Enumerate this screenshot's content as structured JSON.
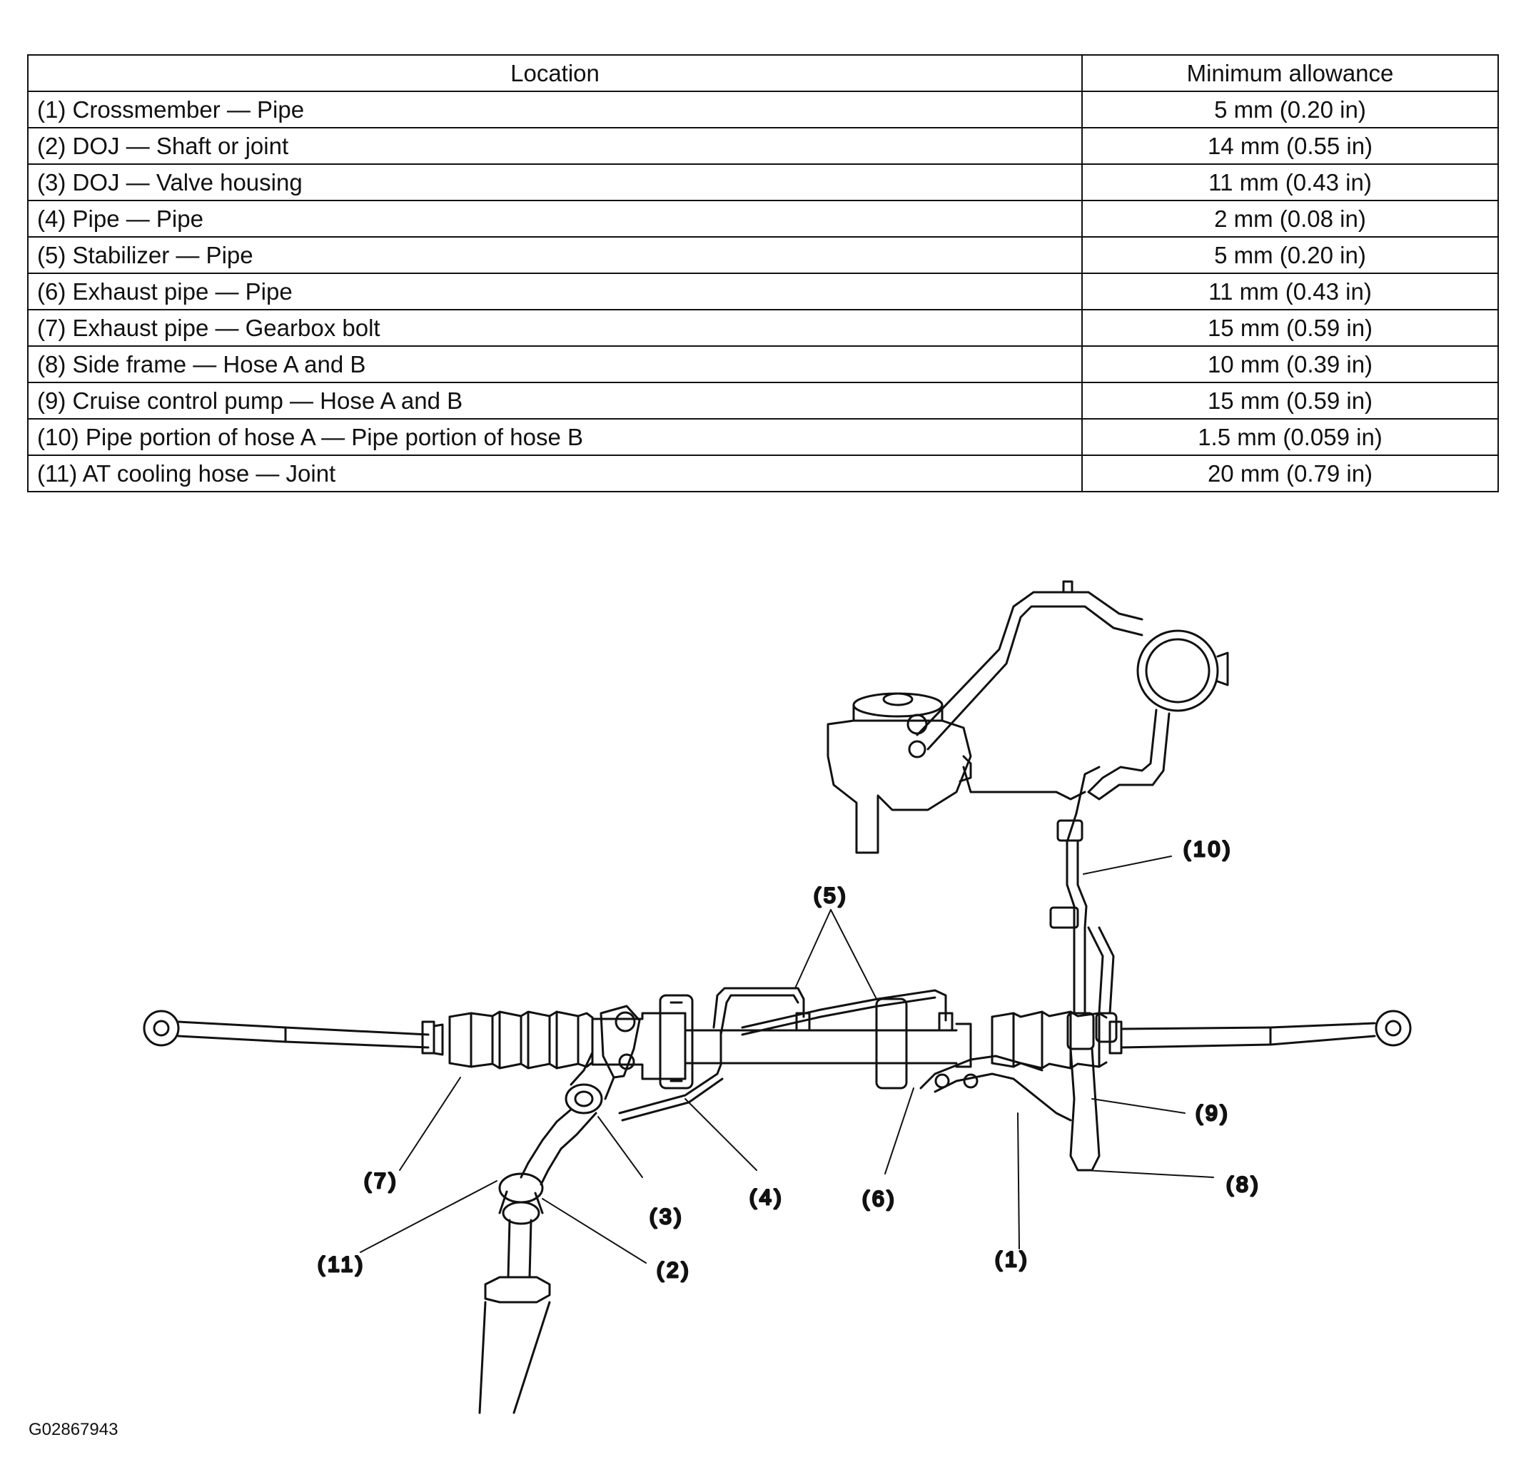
{
  "table": {
    "headers": {
      "location": "Location",
      "allowance": "Minimum allowance"
    },
    "rows": [
      {
        "location": "(1) Crossmember — Pipe",
        "allowance": "5 mm (0.20 in)"
      },
      {
        "location": "(2) DOJ — Shaft or joint",
        "allowance": "14 mm (0.55 in)"
      },
      {
        "location": "(3) DOJ — Valve housing",
        "allowance": "11 mm (0.43 in)"
      },
      {
        "location": "(4) Pipe — Pipe",
        "allowance": "2 mm (0.08 in)"
      },
      {
        "location": "(5) Stabilizer — Pipe",
        "allowance": "5 mm (0.20 in)"
      },
      {
        "location": "(6) Exhaust pipe — Pipe",
        "allowance": "11 mm (0.43 in)"
      },
      {
        "location": "(7) Exhaust pipe — Gearbox bolt",
        "allowance": "15 mm (0.59 in)"
      },
      {
        "location": "(8) Side frame — Hose A and B",
        "allowance": "10 mm (0.39 in)"
      },
      {
        "location": "(9) Cruise control pump — Hose A and B",
        "allowance": "15 mm (0.59 in)"
      },
      {
        "location": "(10) Pipe portion of hose A — Pipe portion of hose B",
        "allowance": "1.5 mm (0.059 in)"
      },
      {
        "location": "(11) AT cooling hose — Joint",
        "allowance": "20 mm (0.79 in)"
      }
    ]
  },
  "diagram": {
    "callouts": {
      "c1": "(1)",
      "c2": "(2)",
      "c3": "(3)",
      "c4": "(4)",
      "c5": "(5)",
      "c6": "(6)",
      "c7": "(7)",
      "c8": "(8)",
      "c9": "(9)",
      "c10": "(10)",
      "c11": "(11)"
    },
    "reference_code": "G02867943"
  }
}
